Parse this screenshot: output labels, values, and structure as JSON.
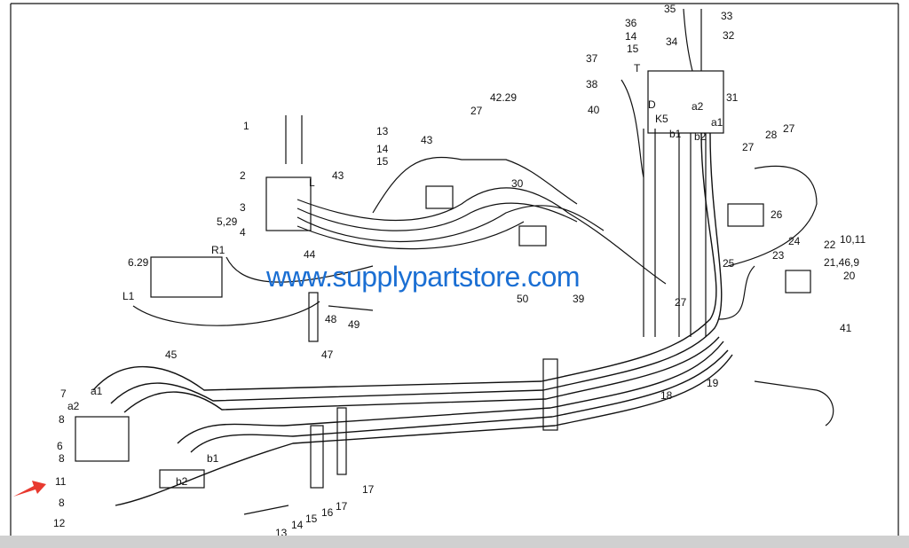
{
  "diagram": {
    "labels": [
      "35",
      "33",
      "36",
      "14",
      "34",
      "32",
      "15",
      "37",
      "T",
      "38",
      "31",
      "40",
      "42.29",
      "27",
      "1",
      "13",
      "43",
      "14",
      "15",
      "27",
      "28",
      "27",
      "2",
      "43",
      "30",
      "L",
      "3",
      "26",
      "5,29",
      "4",
      "24",
      "23",
      "22",
      "10,11",
      "25",
      "R1",
      "44",
      "21,46,9",
      "6.29",
      "20",
      "50",
      "39",
      "L1",
      "48",
      "49",
      "27",
      "41",
      "47",
      "45",
      "19",
      "18",
      "7",
      "a1",
      "a2",
      "8",
      "6",
      "8",
      "b1",
      "11",
      "b2",
      "17",
      "8",
      "17",
      "16",
      "15",
      "12",
      "14",
      "13",
      "D",
      "K5",
      "b1",
      "a2",
      "a1",
      "b2"
    ],
    "watermark": "www.supplypartstore.com",
    "colors": {
      "line": "#111111",
      "watermark": "#1b6fd3",
      "arrow": "#e8392f",
      "bar": "#d0d0d0"
    }
  }
}
